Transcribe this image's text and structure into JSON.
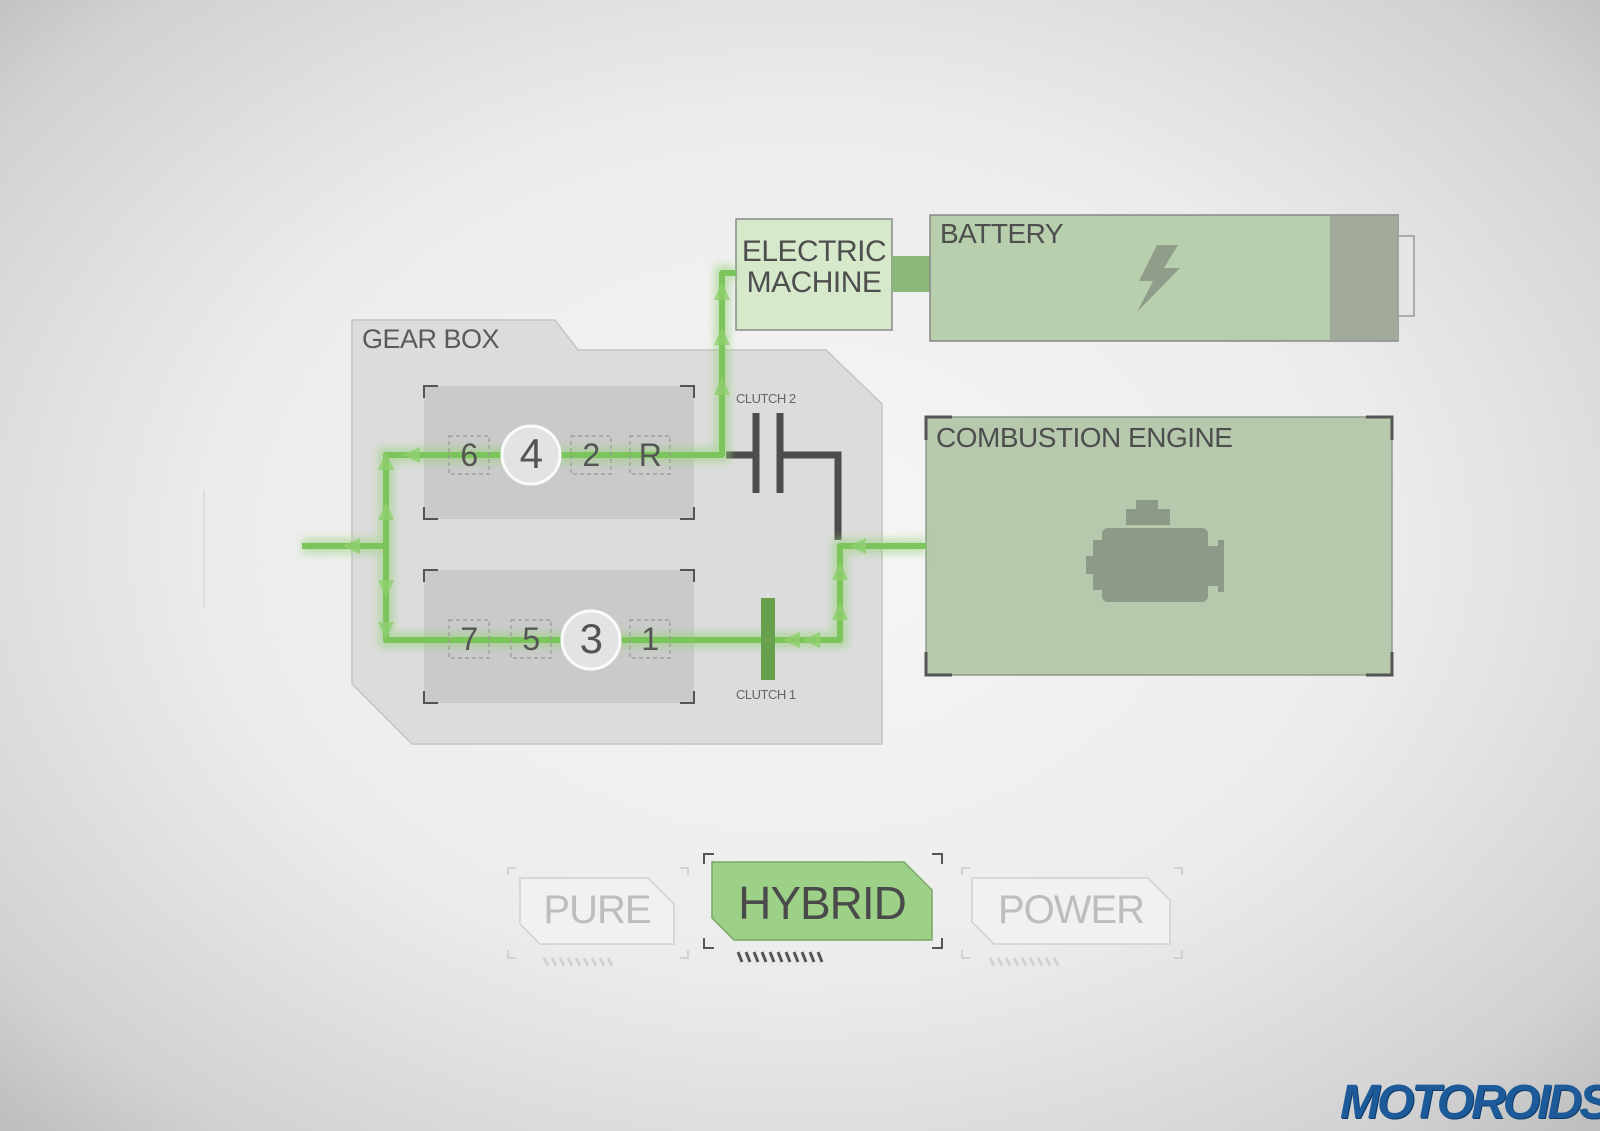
{
  "diagram": {
    "gearbox": {
      "title": "GEAR BOX",
      "upper_shaft": [
        "6",
        "4",
        "2",
        "R"
      ],
      "lower_shaft": [
        "7",
        "5",
        "3",
        "1"
      ],
      "active_upper": "4",
      "active_lower": "3"
    },
    "clutch_2_label": "CLUTCH 2",
    "clutch_1_label": "CLUTCH 1",
    "electric_machine": {
      "line1": "ELECTRIC",
      "line2": "MACHINE"
    },
    "battery": {
      "title": "BATTERY",
      "icon": "lightning-bolt-icon"
    },
    "combustion_engine": {
      "title": "COMBUSTION ENGINE",
      "icon": "engine-icon"
    },
    "power_flow_color": "#7cc45c"
  },
  "modes": {
    "items": [
      "PURE",
      "HYBRID",
      "POWER"
    ],
    "selected": "HYBRID"
  },
  "watermark": "MOTOROIDS"
}
